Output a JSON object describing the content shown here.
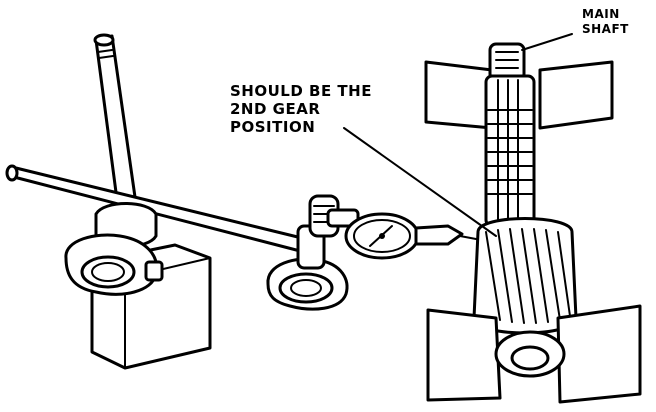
{
  "labels": {
    "main_shaft_line1": "MAIN",
    "main_shaft_line2": "SHAFT",
    "gear_position_line1": "SHOULD BE THE",
    "gear_position_line2": "2ND GEAR",
    "gear_position_line3": "POSITION"
  },
  "colors": {
    "ink": "#000000",
    "background": "#ffffff"
  }
}
